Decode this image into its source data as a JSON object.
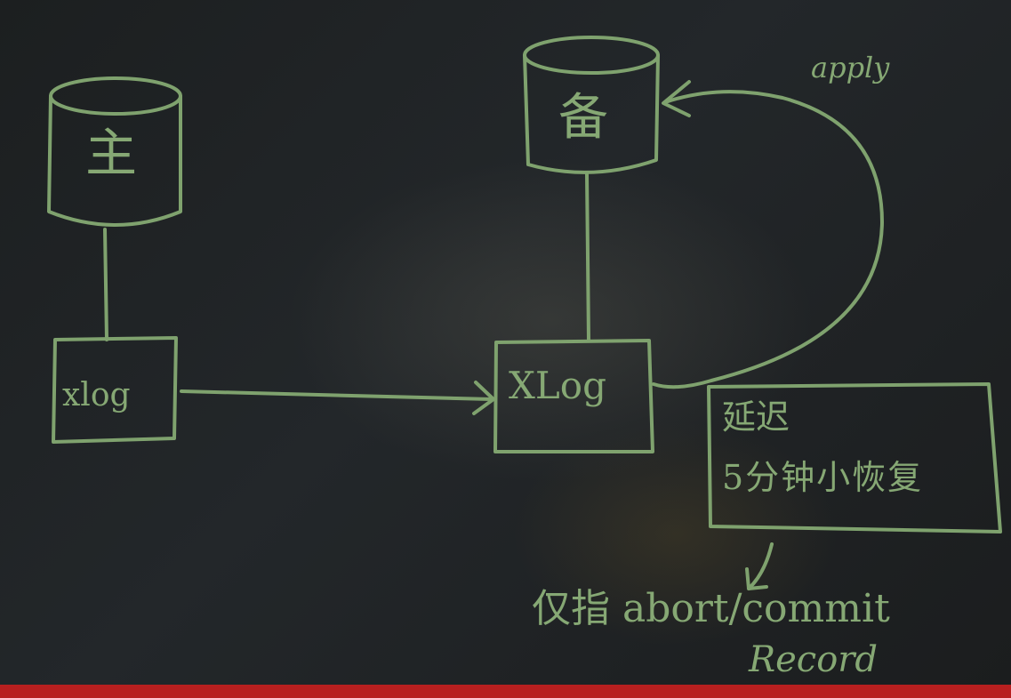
{
  "diagram": {
    "primary_db": {
      "label": "主"
    },
    "standby_db": {
      "label": "备"
    },
    "primary_xlog": {
      "label": "xlog"
    },
    "standby_xlog": {
      "label": "XLog"
    },
    "apply_arrow": {
      "label": "apply"
    },
    "delay_box": {
      "title": "延迟",
      "detail": "5分钟小恢复"
    },
    "note": {
      "line1": "仅指 abort/commit",
      "line2": "Record"
    },
    "colors": {
      "chalk": "#7fa26e",
      "board": "#1c1f20",
      "frame": "#b81f1f"
    }
  }
}
